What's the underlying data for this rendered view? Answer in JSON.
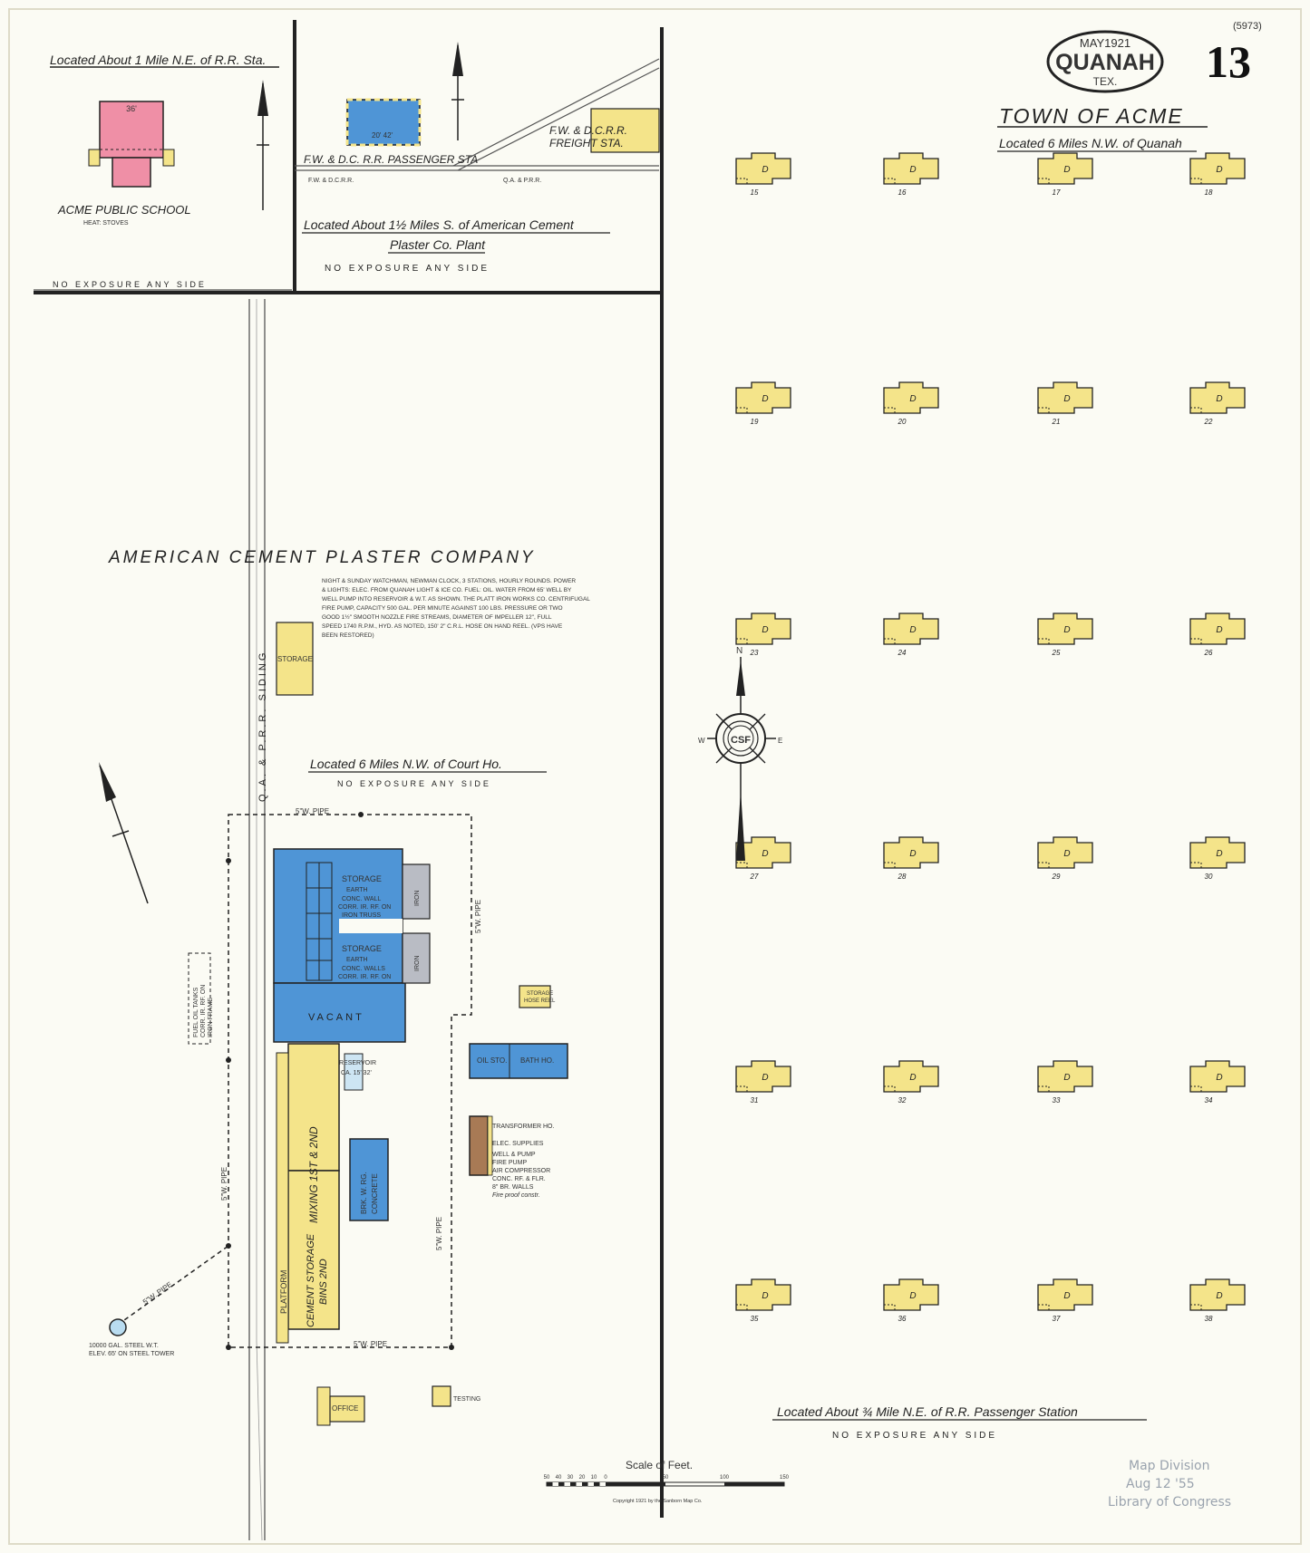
{
  "header": {
    "badge_date": "MAY1921",
    "badge_city": "QUANAH",
    "badge_state": "TEX.",
    "sheet_number": "13",
    "corner_mark": "(5973)"
  },
  "school_panel": {
    "located": "Located About 1 Mile N.E. of R.R. Sta.",
    "name": "ACME PUBLIC SCHOOL",
    "heat_note": "HEAT: STOVES",
    "dim": "36'",
    "exposure": "NO EXPOSURE ANY SIDE"
  },
  "station_panel": {
    "passenger": "F.W. & D.C. R.R. PASSENGER STA",
    "freight_l1": "F.W. & D.C.R.R.",
    "freight_l2": "FREIGHT STA.",
    "track_left": "F.W. & D.C.R.R.",
    "track_right": "Q.A. & P.R.R.",
    "dim": "20'  42'",
    "located_l1": "Located About 1½ Miles S. of American Cement",
    "located_l2": "Plaster Co. Plant",
    "exposure": "NO EXPOSURE ANY SIDE"
  },
  "plant": {
    "title": "AMERICAN CEMENT PLASTER COMPANY",
    "notes": [
      "NIGHT & SUNDAY WATCHMAN, NEWMAN CLOCK, 3 STATIONS, HOURLY ROUNDS. POWER",
      "& LIGHTS: ELEC. FROM QUANAH LIGHT & ICE CO. FUEL: OIL. WATER FROM 65' WELL BY",
      "WELL PUMP INTO RESERVOIR & W.T. AS SHOWN. THE PLATT IRON WORKS CO. CENTRIFUGAL",
      "FIRE PUMP, CAPACITY 500 GAL. PER MINUTE AGAINST 100 LBS. PRESSURE OR TWO",
      "GOOD 1½\" SMOOTH NOZZLE FIRE STREAMS, DIAMETER OF IMPELLER 12\", FULL",
      "SPEED 1740 R.P.M., HYD. AS NOTED, 150' 2\" C.R.L. HOSE ON HAND REEL. (VPS HAVE",
      "BEEN RESTORED)"
    ],
    "siding": "Q.A. & P.R.R. SIDING",
    "storage_shed": "STORAGE",
    "located": "Located 6 Miles N.W. of Court Ho.",
    "exposure": "NO EXPOSURE ANY SIDE",
    "pipe_top": "5\"W. PIPE",
    "pipe_right": "5\"W. PIPE",
    "pipe_left": "5\"W. PIPE",
    "pipe_right_lower": "5\"W. PIPE",
    "pipe_bottom": "5\"W. PIPE",
    "pipe_tower": "5\"W. PIPE",
    "storage1_l1": "STORAGE",
    "storage1_l2": "EARTH",
    "storage1_l3": "CONC. WALL",
    "storage1_l4": "CORR. IR. RF. ON",
    "storage1_l5": "IRON TRUSS",
    "storage2_l1": "STORAGE",
    "storage2_l2": "EARTH",
    "storage2_l3": "CONC. WALLS",
    "storage2_l4": "CORR. IR. RF. ON",
    "iron": "IRON",
    "vacant": "VACANT",
    "mixing": "MIXING 1ST & 2ND",
    "platform": "PLATFORM",
    "cement_storage_l1": "CEMENT STORAGE",
    "cement_storage_l2": "BINS 2ND",
    "reservoir_l1": "RESERVOIR",
    "reservoir_l2": "CA. 15'  32'",
    "brick_bldg_l1": "BRK. W. RG.",
    "brick_bldg_l2": "CONCRETE",
    "storage_hose_l1": "STORAGE",
    "storage_hose_l2": "HOSE REEL",
    "oil_sto": "OIL STO.",
    "bath_ho": "BATH HO.",
    "transformer": "TRANSFORMER HO.",
    "elec_supplies": "ELEC. SUPPLIES",
    "well_notes": [
      "WELL & PUMP",
      "FIRE PUMP",
      "AIR COMPRESSOR",
      "CONC. RF. & FLR.",
      "8\" BR. WALLS",
      "Fire proof constr."
    ],
    "fuel_oil_l1": "FUEL OIL TANKS",
    "fuel_oil_l2": "CORR. IR. RF. ON",
    "fuel_oil_l3": "IRON FRAME",
    "water_tower_l1": "10000 GAL. STEEL W.T.",
    "water_tower_l2": "ELEV. 65' ON STEEL TOWER",
    "office": "OFFICE",
    "testing": "TESTING"
  },
  "town": {
    "title": "TOWN OF ACME",
    "located": "Located 6 Miles N.W. of Quanah",
    "dwelling_label": "D",
    "dwellings": [
      "15",
      "16",
      "17",
      "18",
      "19",
      "20",
      "21",
      "22",
      "23",
      "24",
      "25",
      "26",
      "27",
      "28",
      "29",
      "30",
      "31",
      "32",
      "33",
      "34",
      "35",
      "36",
      "37",
      "38"
    ],
    "bottom_located": "Located About ¾ Mile N.E. of R.R. Passenger Station",
    "bottom_exposure": "NO EXPOSURE ANY SIDE"
  },
  "compass": {
    "n": "N",
    "e": "E",
    "w": "W",
    "emblem": "CSF"
  },
  "scale": {
    "title": "Scale of Feet.",
    "ticks": [
      "50",
      "40",
      "30",
      "20",
      "10",
      "0",
      "50",
      "100",
      "150"
    ],
    "copyright": "Copyright 1921 by the Sanborn Map Co."
  },
  "stamp": {
    "line1": "Map Division",
    "line2": "Aug 12 '55",
    "line3": "Library of Congress"
  },
  "colors": {
    "paper": "#fbfbf4",
    "frame": "#fbfbf4",
    "brick": "#ef8fa6",
    "frame_wood": "#f4e48a",
    "stone": "#4f95d6",
    "iron": "#b9bcc4",
    "adobe": "#a87a55",
    "line": "#222222"
  }
}
